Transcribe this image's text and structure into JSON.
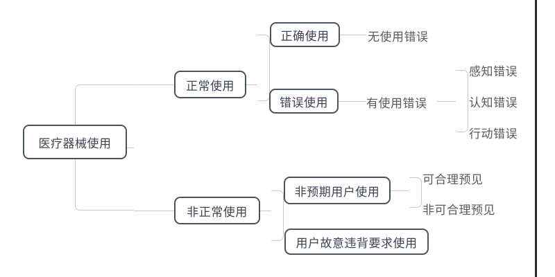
{
  "diagram": {
    "title": "医疗器械使用",
    "type": "tree",
    "root": {
      "label": "医疗器械使用"
    },
    "level2": [
      {
        "label": "正常使用"
      },
      {
        "label": "非正常使用"
      }
    ],
    "level3": [
      {
        "label": "正确使用"
      },
      {
        "label": "错误使用"
      },
      {
        "label": "非预期用户使用"
      },
      {
        "label": "用户故意违背要求使用"
      }
    ],
    "level4": [
      {
        "label": "无使用错误"
      },
      {
        "label": "有使用错误"
      },
      {
        "label": "可合理预见"
      },
      {
        "label": "非可合理预见"
      }
    ],
    "level5": [
      {
        "label": "感知错误"
      },
      {
        "label": "认知错误"
      },
      {
        "label": "行动错误"
      }
    ],
    "colors": {
      "node_border": "#4a5260",
      "node_text": "#3c4450",
      "leaf_text": "#5a5a5a",
      "connector": "#c9c9c9",
      "background": "#ffffff",
      "frame_edge": "#2b2b2b"
    }
  }
}
